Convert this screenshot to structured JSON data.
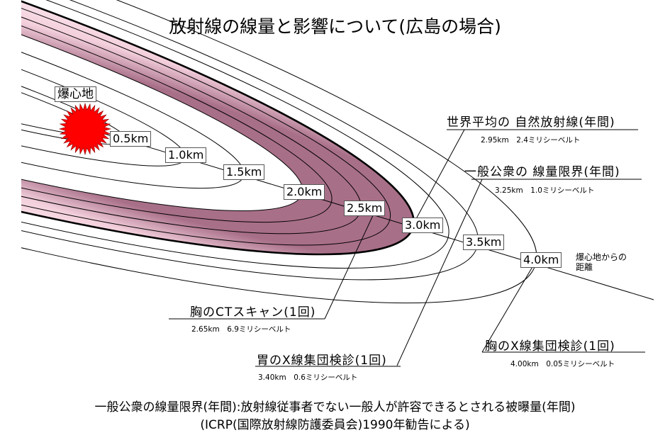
{
  "title": "放射線の線量と影響について(広島の場合)",
  "hypocenter_label": "爆心地",
  "distance_labels": [
    "0.5km",
    "1.0km",
    "1.5km",
    "2.0km",
    "2.5km",
    "3.0km",
    "3.5km",
    "4.0km"
  ],
  "axis_label": {
    "line1": "爆心地からの",
    "line2": "距離"
  },
  "callouts": [
    {
      "title": "世界平均の 自然放射線(年間)",
      "detail": "2.95km　2.4ミリシーベルト"
    },
    {
      "title": "一般公衆の 線量限界(年間)",
      "detail": "3.25km　1.0ミリシーベルト"
    },
    {
      "title": "胸のCTスキャン(1回)",
      "detail": "2.65km　6.9ミリシーベルト"
    },
    {
      "title": "胃のX線集団検診(1回)",
      "detail": "3.40km　0.6ミリシーベルト"
    },
    {
      "title": "胸のX線集団検診(1回)",
      "detail": "4.00km　0.05ミリシーベルト"
    }
  ],
  "footnote": {
    "line1": "一般公衆の線量限界(年間):放射線従事者でない一般人が許容できるとされる被曝量(年間)",
    "line2": "(ICRP(国際放射線防護委員会)1990年勧告による)"
  },
  "colors": {
    "band": "#f7d9e4",
    "band_dark": "#b07890",
    "sun": "#ff0000"
  }
}
